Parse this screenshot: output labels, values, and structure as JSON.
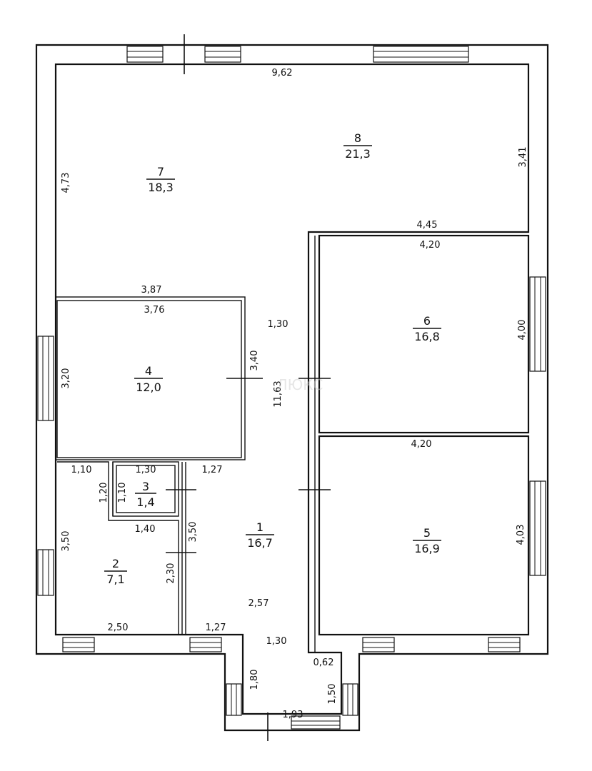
{
  "rooms": [
    {
      "id": "r1",
      "number": "1",
      "area": "16,7"
    },
    {
      "id": "r2",
      "number": "2",
      "area": "7,1"
    },
    {
      "id": "r3",
      "number": "3",
      "area": "1,4"
    },
    {
      "id": "r4",
      "number": "4",
      "area": "12,0"
    },
    {
      "id": "r5",
      "number": "5",
      "area": "16,9"
    },
    {
      "id": "r6",
      "number": "6",
      "area": "16,8"
    },
    {
      "id": "r7",
      "number": "7",
      "area": "18,3"
    },
    {
      "id": "r8",
      "number": "8",
      "area": "21,3"
    }
  ],
  "dimensions": {
    "top_width": "9,62",
    "left_upper": "4,73",
    "right_upper": "3,41",
    "room6_top_outer": "4,45",
    "room6_top_inner": "4,20",
    "room4_top_outer": "3,87",
    "room4_top_inner": "3,76",
    "corridor_gap": "1,30",
    "room4_right": "3,40",
    "room4_left": "3,20",
    "corridor_length": "11,63",
    "room6_right": "4,00",
    "room5_top": "4,20",
    "room2_top": "1,10",
    "room3_top": "1,30",
    "corridor_lower_width": "1,27",
    "room3_left_outer": "1,20",
    "room3_left_inner": "1,10",
    "room2_left": "3,50",
    "room2_mid": "1,40",
    "room1_wall": "3,50",
    "room2_right": "2,30",
    "room5_right": "4,03",
    "room1_inner": "2,57",
    "room2_bottom": "2,50",
    "entry_width": "1,27",
    "entry_gap": "1,30",
    "entry_small": "0,62",
    "entry_left": "1,80",
    "entry_right": "1,50",
    "entry_bottom": "1,93"
  },
  "watermark": "ЛЮКС"
}
